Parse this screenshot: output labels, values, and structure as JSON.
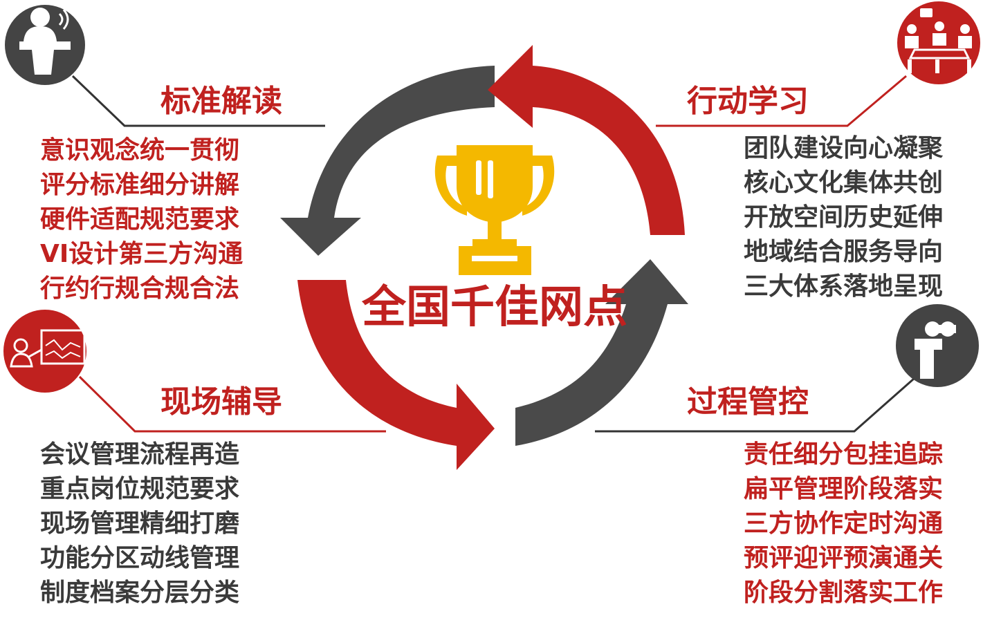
{
  "center": {
    "title": "全国千佳网点"
  },
  "colors": {
    "red": "#c0211f",
    "dark": "#4a4a4a",
    "gold": "#f4b800"
  },
  "sections": {
    "standard": {
      "heading": "标准解读",
      "items": [
        "意识观念统一贯彻",
        "评分标准细分讲解",
        "硬件适配规范要求",
        "VI设计第三方沟通",
        "行约行规合规合法"
      ]
    },
    "action": {
      "heading": "行动学习",
      "items": [
        "团队建设向心凝聚",
        "核心文化集体共创",
        "开放空间历史延伸",
        "地域结合服务导向",
        "三大体系落地呈现"
      ]
    },
    "onsite": {
      "heading": "现场辅导",
      "items": [
        "会议管理流程再造",
        "重点岗位规范要求",
        "现场管理精细打磨",
        "功能分区动线管理",
        "制度档案分层分类"
      ]
    },
    "process": {
      "heading": "过程管控",
      "items": [
        "责任细分包挂追踪",
        "扁平管理阶段落实",
        "三方协作定时沟通",
        "预评迎评预演通关",
        "阶段分割落实工作"
      ]
    }
  },
  "icons": {
    "standard": "speaker-at-podium-icon",
    "action": "meeting-table-icon",
    "onsite": "presenter-chart-icon",
    "process": "binoculars-person-icon",
    "center": "trophy-icon"
  }
}
